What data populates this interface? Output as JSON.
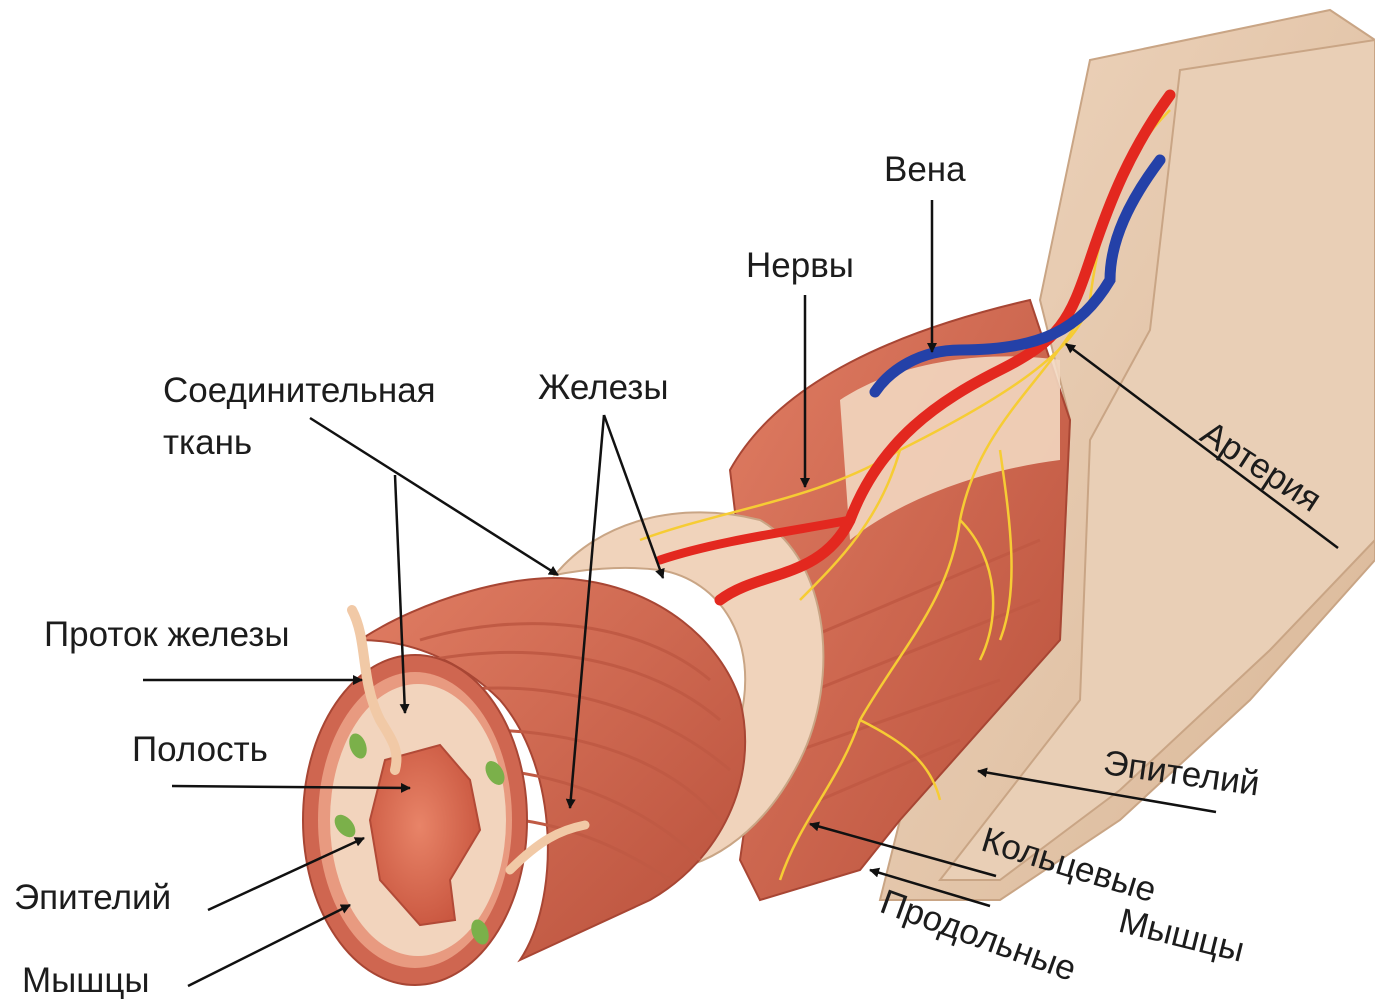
{
  "labels": {
    "vena": "Вена",
    "nervy": "Нервы",
    "soed_line1": "Соединительная",
    "soed_line2": "ткань",
    "zhelezy": "Железы",
    "arteriya": "Артерия",
    "protok": "Проток железы",
    "polost": "Полость",
    "epiteliy_left": "Эпителий",
    "myshtsy_left": "Мышцы",
    "epiteliy_right": "Эпителий",
    "koltsevye": "Кольцевые",
    "myshtsy_right": "Мышцы",
    "prodolnye": "Продольные"
  },
  "colors": {
    "muscle": "#d66d55",
    "muscle_dark": "#b84e3a",
    "connective": "#f3d5bd",
    "outer_layer": "#e8c9ad",
    "artery": "#e3281f",
    "vein": "#2441a8",
    "nerve": "#f6cc34",
    "gland_dot": "#7bb04a"
  }
}
